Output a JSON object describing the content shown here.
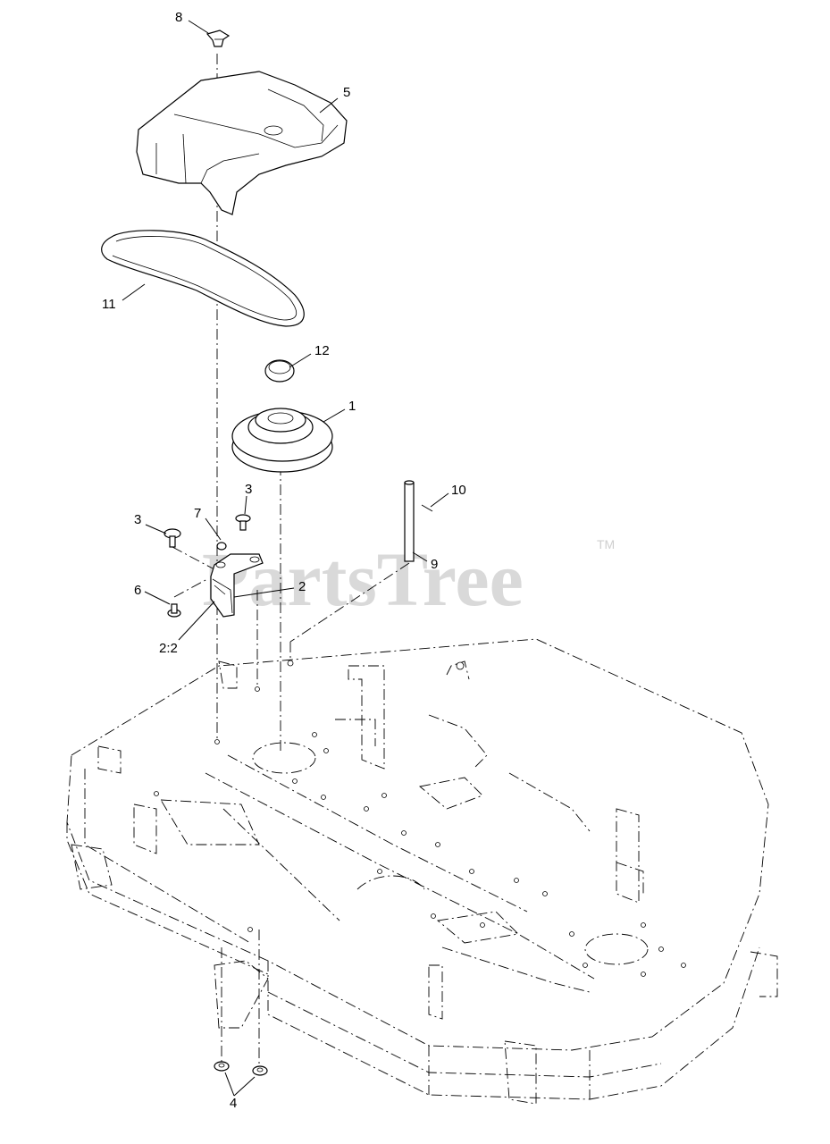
{
  "callouts": [
    {
      "id": "c8",
      "label": "8"
    },
    {
      "id": "c5",
      "label": "5"
    },
    {
      "id": "c11",
      "label": "11"
    },
    {
      "id": "c12",
      "label": "12"
    },
    {
      "id": "c1",
      "label": "1"
    },
    {
      "id": "c3a",
      "label": "3"
    },
    {
      "id": "c3b",
      "label": "3"
    },
    {
      "id": "c7",
      "label": "7"
    },
    {
      "id": "c10",
      "label": "10"
    },
    {
      "id": "c9",
      "label": "9"
    },
    {
      "id": "c6",
      "label": "6"
    },
    {
      "id": "c2",
      "label": "2"
    },
    {
      "id": "c22",
      "label": "2:2"
    },
    {
      "id": "c4",
      "label": "4"
    }
  ],
  "watermark": {
    "brand": "PartsTree",
    "trademark": "TM"
  },
  "colors": {
    "line": "#000000",
    "watermark": "#d9d9d9",
    "background": "#ffffff"
  }
}
